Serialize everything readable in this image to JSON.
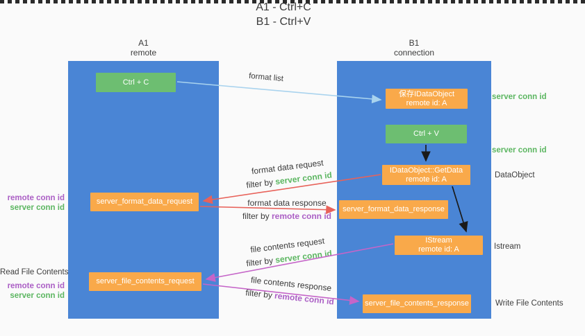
{
  "title": {
    "line1": "A1 - Ctrl+C",
    "line2": "B1 - Ctrl+V"
  },
  "columns": {
    "a": {
      "name": "A1",
      "subtitle": "remote"
    },
    "b": {
      "name": "B1",
      "subtitle": "connection"
    }
  },
  "nodes": {
    "ctrl_c": {
      "label": "Ctrl + C"
    },
    "save_dataobject": {
      "line1": "保存IDataObject",
      "line2": "remote id: A"
    },
    "ctrl_v": {
      "label": "Ctrl + V"
    },
    "getdata": {
      "line1": "IDataObject::GetData",
      "line2": "remote id: A"
    },
    "format_request": {
      "label": "server_format_data_request"
    },
    "format_response": {
      "label": "server_format_data_response"
    },
    "istream": {
      "line1": "IStream",
      "line2": "remote id: A"
    },
    "file_request": {
      "label": "server_file_contents_request"
    },
    "file_response": {
      "label": "server_file_contents_response"
    }
  },
  "side_labels": {
    "server_conn_top": "server conn id",
    "server_conn_mid": "server conn id",
    "dataobject": "DataObject",
    "istream": "Istream",
    "write_file_contents": "Write File Contents",
    "read_file_contents": "Read File Contents",
    "format_remote": "remote conn id",
    "format_server": "server conn id",
    "file_remote": "remote conn id",
    "file_server": "server conn id"
  },
  "arrows": {
    "format_list": {
      "label": "format list"
    },
    "format_request": {
      "label": "format data request",
      "filter_prefix": "filter by",
      "filter_key": "server conn id"
    },
    "format_response": {
      "label": "format data response",
      "filter_prefix": "filter by",
      "filter_key": "remote conn id"
    },
    "file_request": {
      "label": "file contents request",
      "filter_prefix": "filter by",
      "filter_key": "server conn id"
    },
    "file_response": {
      "label": "file contents response",
      "filter_prefix": "filter by",
      "filter_key": "remote conn id"
    }
  },
  "colors": {
    "column_blue": "#4a85d5",
    "box_green": "#6dbe71",
    "box_orange": "#f9a94a",
    "arrow_red": "#e8625a",
    "arrow_magenta": "#c565c8",
    "arrow_light_blue": "#a9d3ee",
    "arrow_black": "#1a1a1a",
    "text_green": "#5cb661",
    "text_purple": "#ab5fc5",
    "text_dark": "#3d3d3d"
  }
}
